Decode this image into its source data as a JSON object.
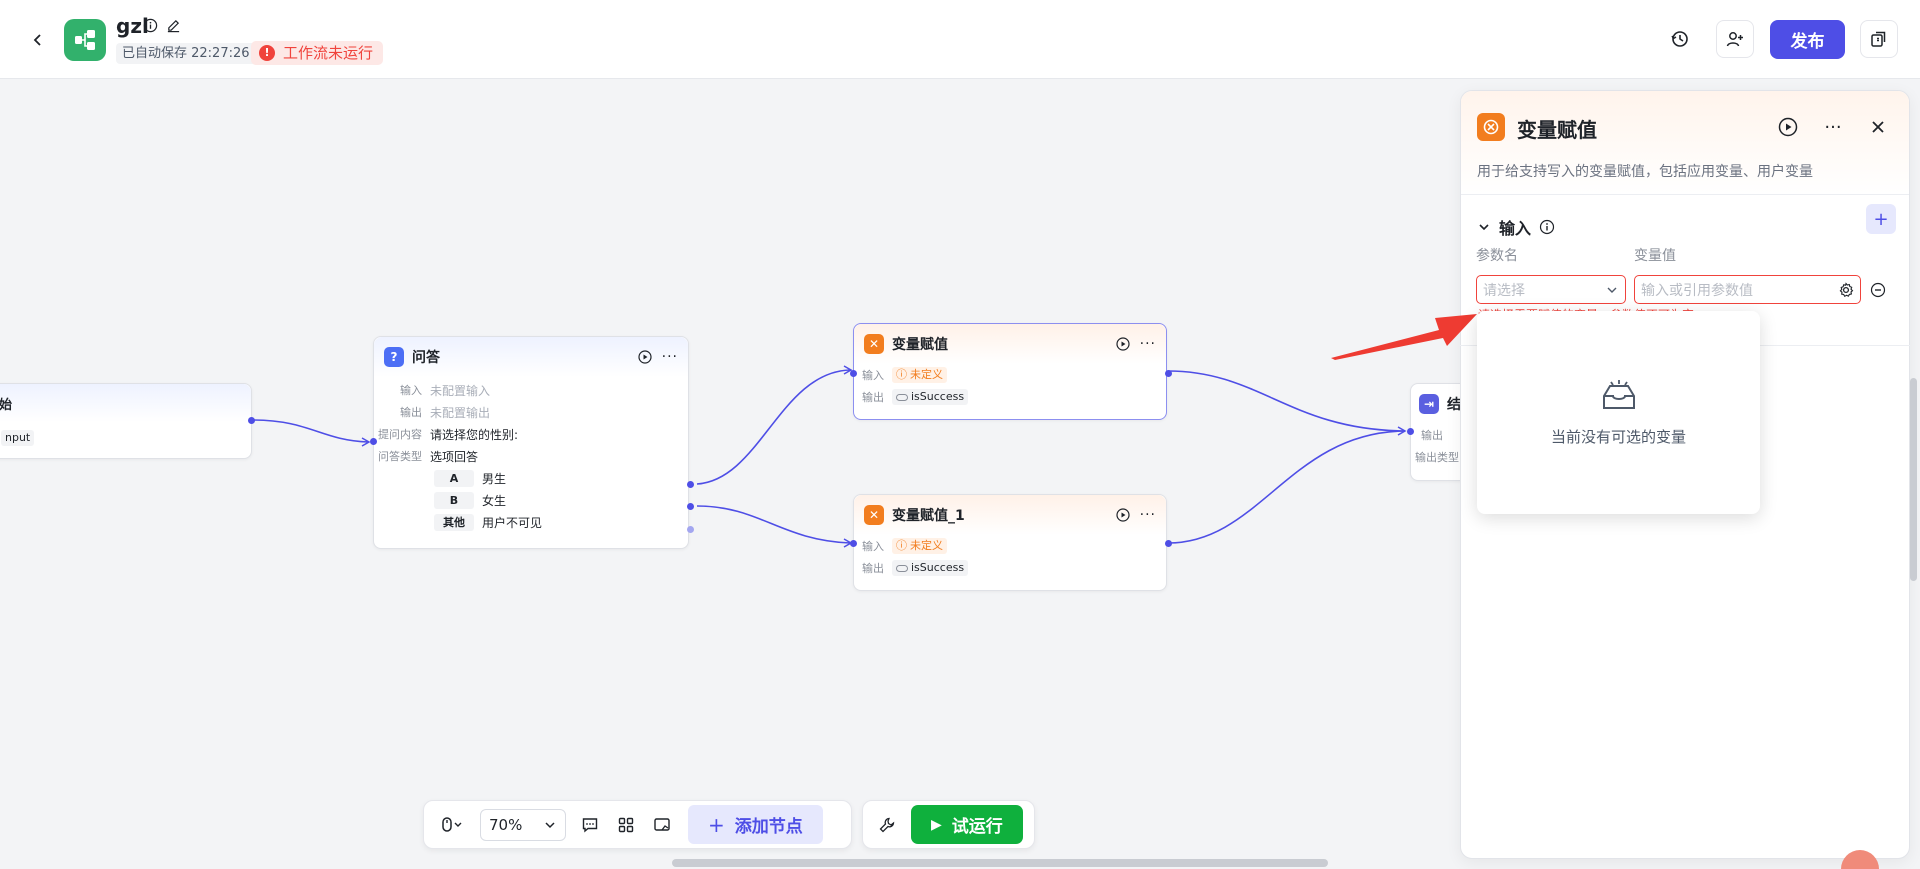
{
  "header": {
    "app_name": "gzl",
    "autosave": "已自动保存 22:27:26",
    "run_status": "工作流未运行",
    "publish_label": "发布"
  },
  "canvas": {
    "start_node": {
      "title_fragment": "始",
      "input_fragment": "nput"
    },
    "qa_node": {
      "title": "问答",
      "rows": [
        {
          "label": "输入",
          "value": "未配置输入"
        },
        {
          "label": "输出",
          "value": "未配置输出"
        },
        {
          "label": "提问内容",
          "value": "请选择您的性别:"
        },
        {
          "label": "问答类型",
          "value": "选项回答"
        }
      ],
      "options": [
        {
          "key": "A",
          "text": "男生"
        },
        {
          "key": "B",
          "text": "女生"
        },
        {
          "key": "其他",
          "text": "用户不可见"
        }
      ]
    },
    "assign_node_1": {
      "title": "变量赋值",
      "input_label": "输入",
      "input_value": "未定义",
      "output_label": "输出",
      "output_value": "isSuccess"
    },
    "assign_node_2": {
      "title": "变量赋值_1",
      "input_label": "输入",
      "input_value": "未定义",
      "output_label": "输出",
      "output_value": "isSuccess"
    },
    "end_node": {
      "title_fragment": "结",
      "output_label": "输出",
      "output_type_label": "输出类型"
    }
  },
  "toolbar": {
    "zoom": "70%",
    "add_node_label": "添加节点",
    "try_run_label": "试运行"
  },
  "panel": {
    "title": "变量赋值",
    "description": "用于给支持写入的变量赋值，包括应用变量、用户变量",
    "section_title": "输入",
    "col_param": "参数名",
    "col_value": "变量值",
    "select_placeholder": "请选择",
    "value_placeholder": "输入或引用参数值",
    "error_text": "请选择需要赋值的变量，参数值不可为空",
    "dropdown_empty": "当前没有可选的变量"
  },
  "colors": {
    "brand": "#4e4ee6",
    "success": "#0fb03d",
    "error": "#f0433c",
    "node_orange": "#f27d1e",
    "app_green": "#32b16c"
  }
}
